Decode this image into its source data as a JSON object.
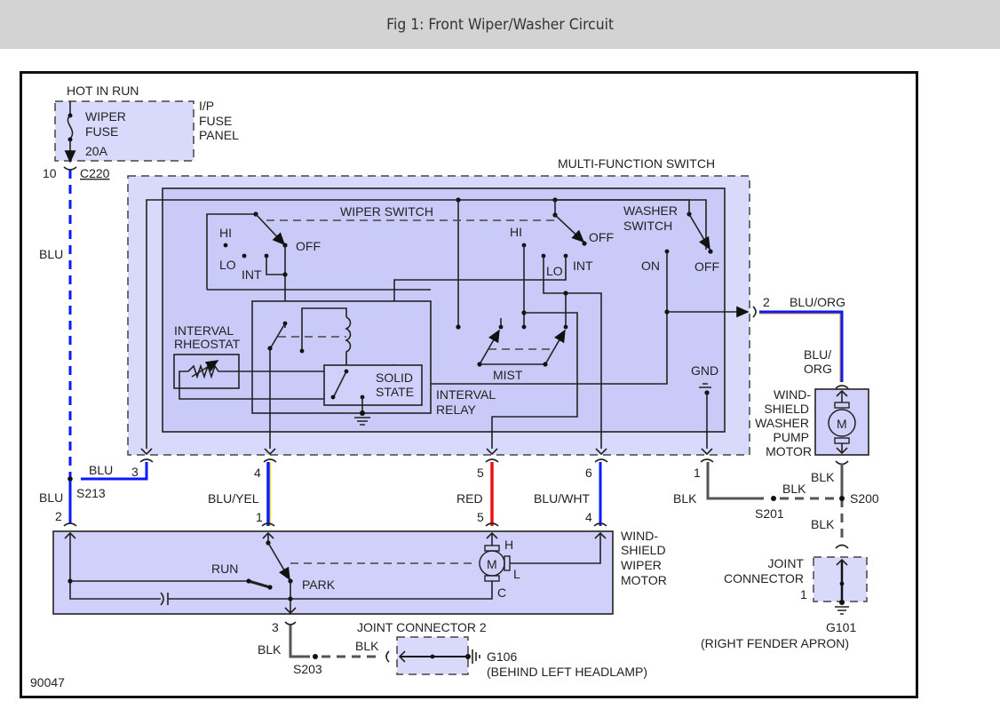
{
  "page": {
    "title": "Fig 1: Front Wiper/Washer Circuit"
  },
  "colors": {
    "blu": "#0a1aff",
    "red": "#ee1111",
    "blk": "#555555",
    "org": "#e08a20",
    "yel": "#f2e400",
    "wht": "#ffffff",
    "component_fill": "#d9d9fb"
  },
  "fuse_panel": {
    "hot_label": "HOT IN RUN",
    "fuse_label_1": "WIPER",
    "fuse_label_2": "FUSE",
    "rating": "20A",
    "panel_1": "I/P",
    "panel_2": "FUSE",
    "panel_3": "PANEL",
    "pin": "10",
    "connector": "C220"
  },
  "mfs": {
    "title": "MULTI-FUNCTION SWITCH",
    "wiper_switch": "WIPER SWITCH",
    "hi": "HI",
    "lo": "LO",
    "int": "INT",
    "off": "OFF",
    "hi2": "HI",
    "lo2": "LO",
    "int2": "INT",
    "off2": "OFF",
    "washer_1": "WASHER",
    "washer_2": "SWITCH",
    "on": "ON",
    "off3": "OFF",
    "rheostat_1": "INTERVAL",
    "rheostat_2": "RHEOSTAT",
    "solid_1": "SOLID",
    "solid_2": "STATE",
    "relay_1": "INTERVAL",
    "relay_2": "RELAY",
    "mist": "MIST",
    "gnd": "GND"
  },
  "wires": {
    "left_color": "BLU",
    "s213": "S213",
    "blu_lower": "BLU",
    "pin2": "2",
    "pin3": "3",
    "blu3": "BLU",
    "pin4_top": "4",
    "blu_yel": "BLU/YEL",
    "pin1_bot": "1",
    "pin5_top": "5",
    "red": "RED",
    "pin5_bot": "5",
    "pin6_top": "6",
    "blu_wht": "BLU/WHT",
    "pin4_bot": "4",
    "pin2_right": "2",
    "blu_org": "BLU/ORG",
    "blu_org_1": "BLU/",
    "blu_org_2": "ORG",
    "pin1_gnd": "1",
    "blk_a": "BLK",
    "s201": "S201",
    "blk_b": "BLK",
    "blk_c": "BLK",
    "s200": "S200",
    "blk_d": "BLK",
    "pin3_motor": "3",
    "blk_e": "BLK",
    "s203": "S203",
    "blk_f": "BLK"
  },
  "wiper_motor": {
    "label_1": "WIND-",
    "label_2": "SHIELD",
    "label_3": "WIPER",
    "label_4": "MOTOR",
    "run": "RUN",
    "park": "PARK",
    "m": "M",
    "h": "H",
    "l": "L",
    "c": "C"
  },
  "washer_motor": {
    "label_1": "WIND-",
    "label_2": "SHIELD",
    "label_3": "WASHER",
    "label_4": "PUMP",
    "label_5": "MOTOR",
    "m": "M"
  },
  "joint_connector": {
    "label_1": "JOINT",
    "label_2": "CONNECTOR",
    "pin": "1",
    "ground": "G101",
    "location": "(RIGHT FENDER APRON)"
  },
  "joint_connector_2": {
    "label": "JOINT CONNECTOR 2",
    "ground": "G106",
    "location": "(BEHIND LEFT HEADLAMP)"
  },
  "figure_id": "90047"
}
